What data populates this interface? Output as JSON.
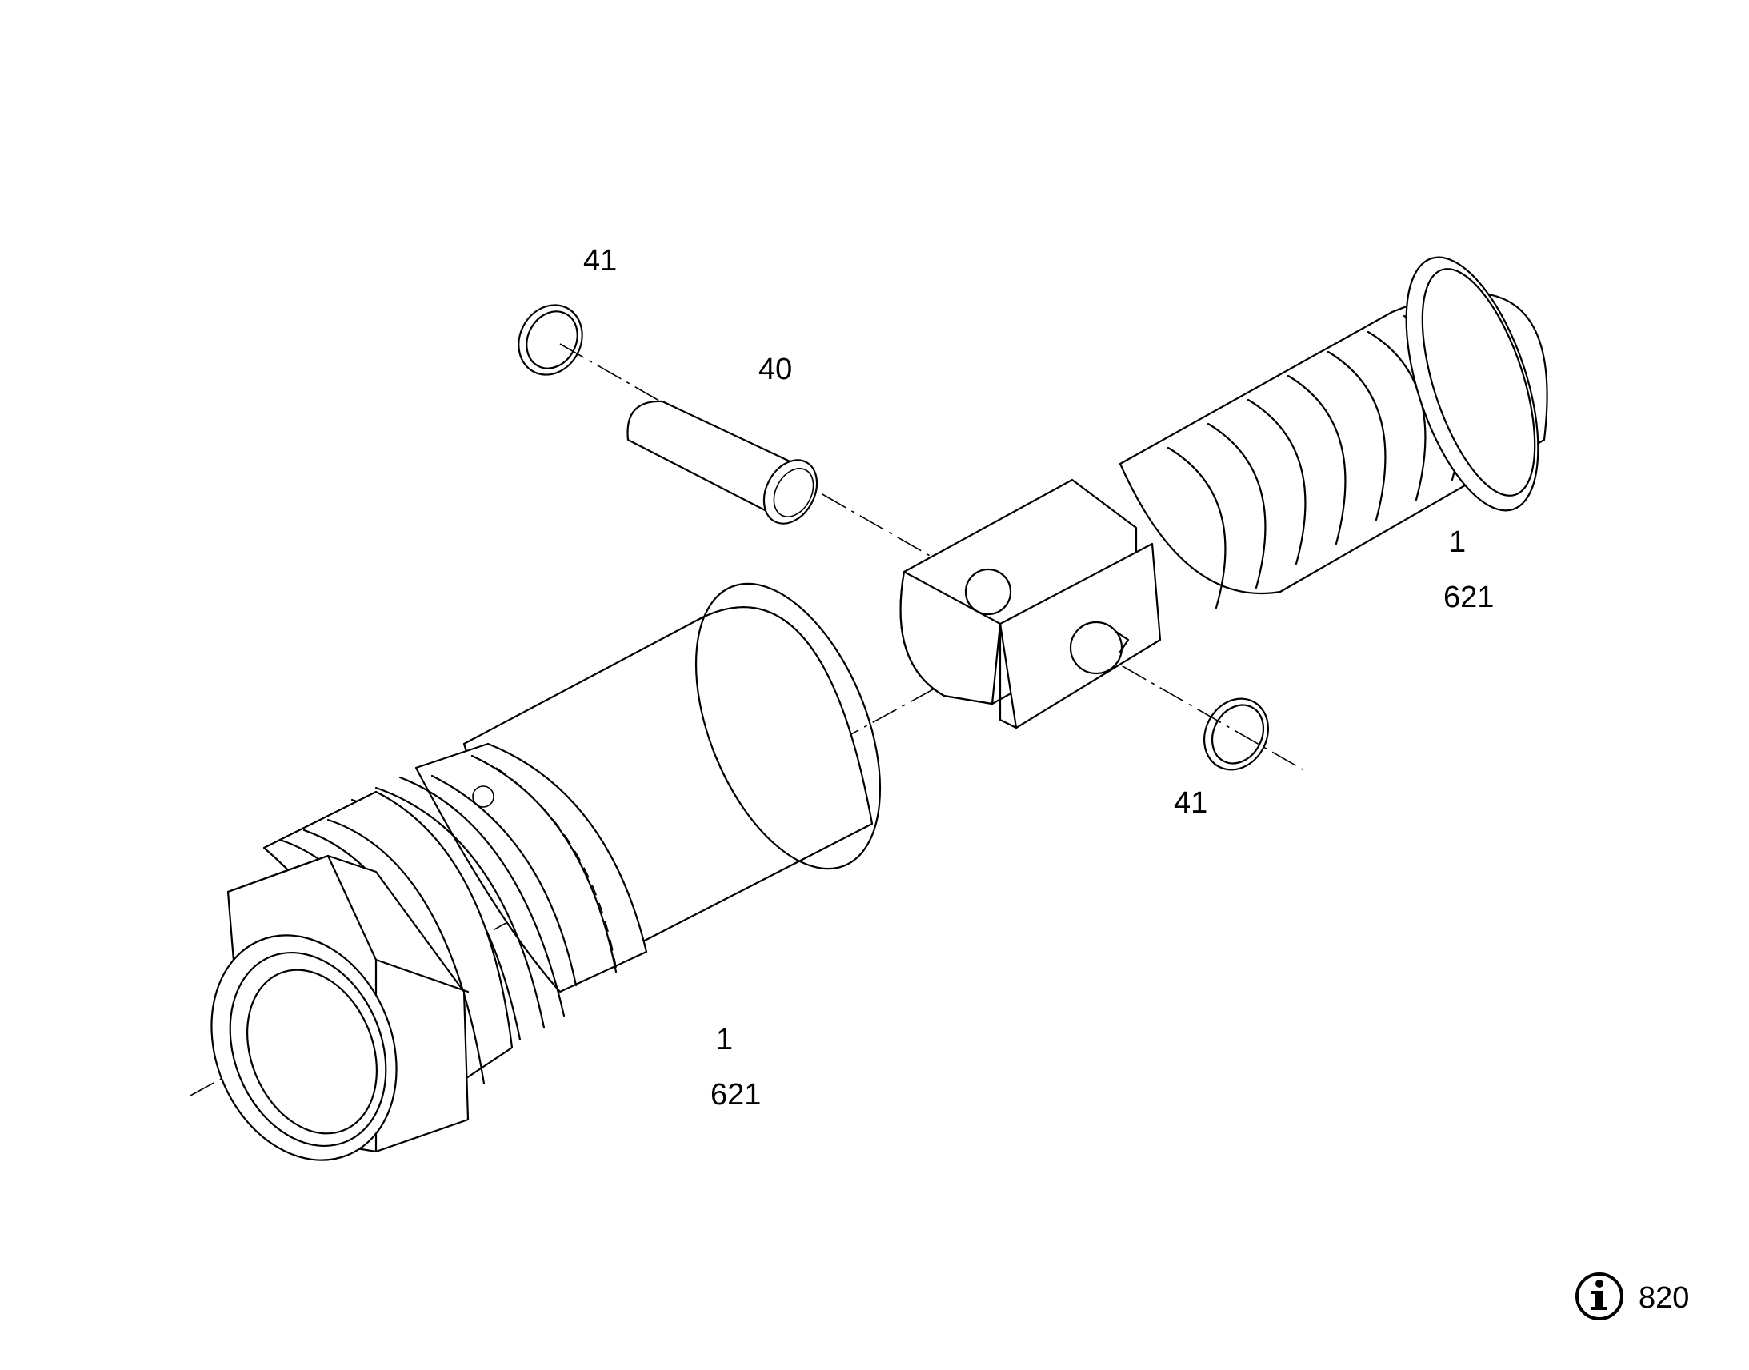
{
  "callouts": {
    "ring_top": "41",
    "pin": "40",
    "insert_item": "1",
    "insert_ref": "621",
    "ring_bottom": "41",
    "body_item": "1",
    "body_ref": "621"
  },
  "footer": {
    "icon": "info-icon",
    "ref_number": "820"
  }
}
